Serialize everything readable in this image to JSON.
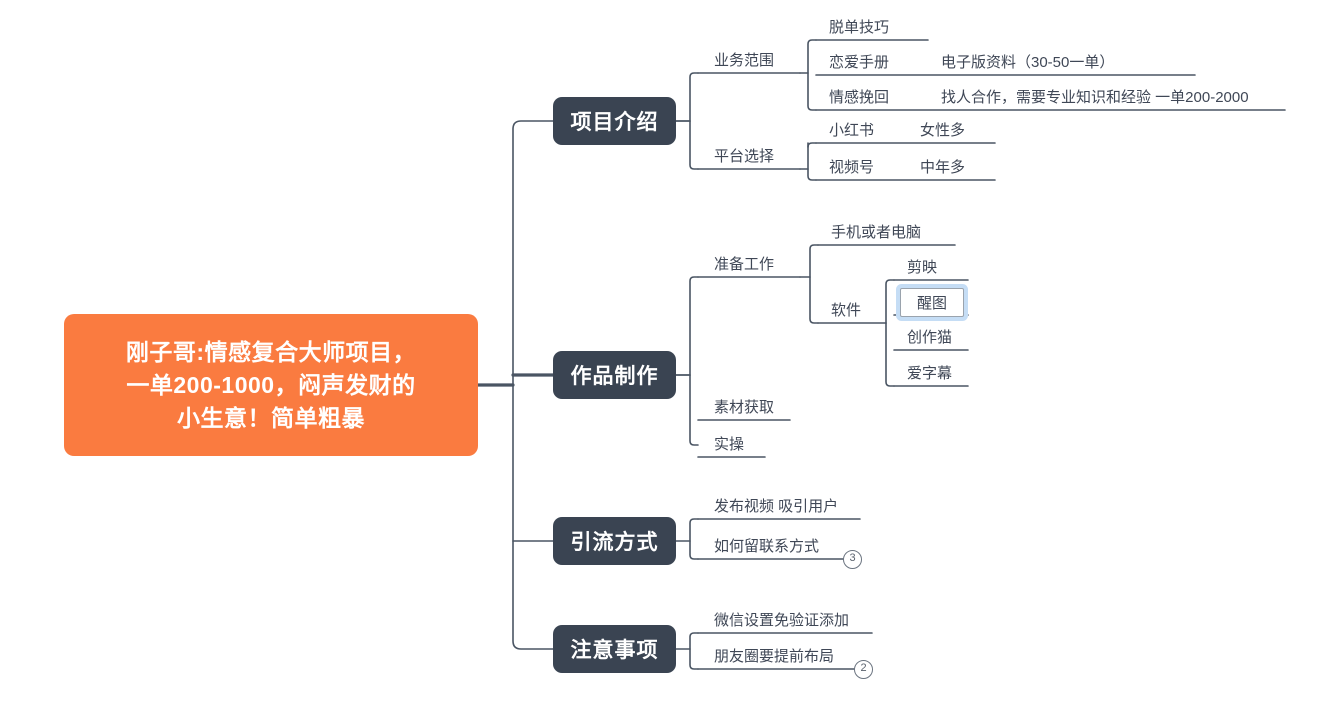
{
  "document": {
    "type": "mindmap",
    "background": "#ffffff",
    "colors": {
      "root_fill": "#FA7B40",
      "branch_fill": "#3A4452",
      "node_text": "#3F4756",
      "line": "#4A5563",
      "selection_glow": "#c5ddf5"
    }
  },
  "root": {
    "label": "刚子哥:情感复合大师项目，\n一单200-1000，闷声发财的\n小生意！简单粗暴"
  },
  "branches": [
    {
      "label": "项目介绍",
      "children": [
        {
          "label": "业务范围",
          "children": [
            {
              "label": "脱单技巧",
              "note": ""
            },
            {
              "label": "恋爱手册",
              "note": "电子版资料（30-50一单）"
            },
            {
              "label": "情感挽回",
              "note": "找人合作，需要专业知识和经验 一单200-2000"
            }
          ]
        },
        {
          "label": "平台选择",
          "children": [
            {
              "label": "小红书",
              "note": "女性多"
            },
            {
              "label": "视频号",
              "note": "中年多"
            }
          ]
        }
      ]
    },
    {
      "label": "作品制作",
      "children": [
        {
          "label": "准备工作",
          "children": [
            {
              "label": "手机或者电脑",
              "note": ""
            },
            {
              "label": "软件",
              "children": [
                {
                  "label": "剪映",
                  "selected": false
                },
                {
                  "label": "醒图",
                  "selected": true
                },
                {
                  "label": "创作猫",
                  "selected": false
                },
                {
                  "label": "爱字幕",
                  "selected": false
                }
              ]
            }
          ]
        },
        {
          "label": "素材获取",
          "children": []
        },
        {
          "label": "实操",
          "children": []
        }
      ]
    },
    {
      "label": "引流方式",
      "badge": "3",
      "children": [
        {
          "label": "发布视频 吸引用户"
        },
        {
          "label": "如何留联系方式"
        }
      ]
    },
    {
      "label": "注意事项",
      "badge": "2",
      "children": [
        {
          "label": "微信设置免验证添加"
        },
        {
          "label": "朋友圈要提前布局"
        }
      ]
    }
  ]
}
